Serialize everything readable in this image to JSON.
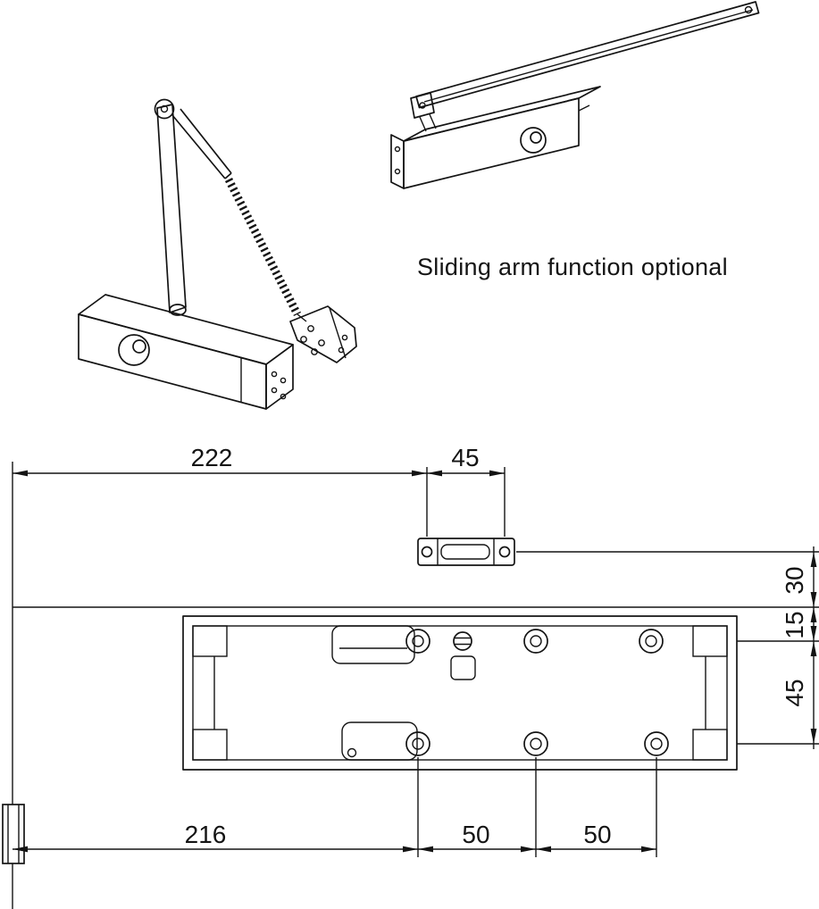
{
  "caption": "Sliding arm function optional",
  "dimensions": {
    "top": [
      {
        "name": "edge-to-plate",
        "label": "222"
      },
      {
        "name": "plate-hole-spacing",
        "label": "45"
      }
    ],
    "right": [
      {
        "name": "plate-vertical-offset",
        "label": "30"
      },
      {
        "name": "top-hole-row-offset",
        "label": "15"
      },
      {
        "name": "hole-row-spacing",
        "label": "45"
      }
    ],
    "bottom": [
      {
        "name": "edge-to-first-hole",
        "label": "216"
      },
      {
        "name": "hole-spacing-1",
        "label": "50"
      },
      {
        "name": "hole-spacing-2",
        "label": "50"
      }
    ]
  },
  "colors": {
    "ink": "#141414",
    "background": "#ffffff"
  }
}
